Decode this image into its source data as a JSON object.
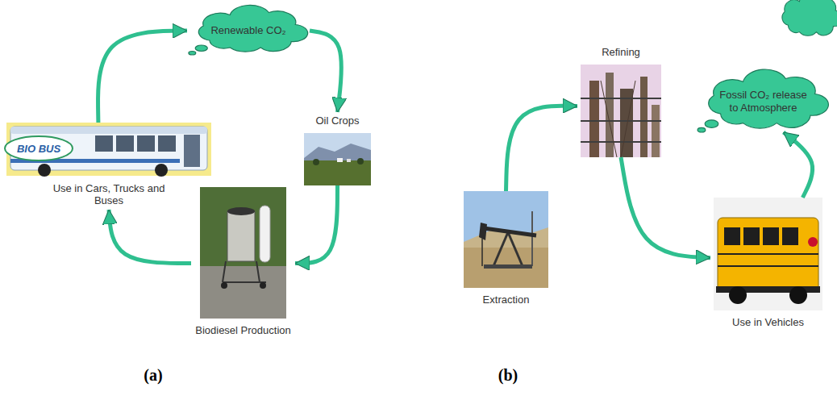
{
  "diagram": {
    "nodes": [
      {
        "text": [
          "Renewable CO₂"
        ]
      },
      {
        "text": [
          "Oil Crops"
        ]
      },
      {
        "text": [
          "Biodiesel Production"
        ]
      },
      {
        "text": [
          "Use in Cars, Trucks and Buses"
        ]
      },
      {
        "text": [
          "Refining"
        ]
      },
      {
        "text": [
          "Fossil CO₂ release to Atmosphere"
        ]
      },
      {
        "text": [
          "Extraction"
        ]
      },
      {
        "text": [
          "Use in Vehicles"
        ]
      }
    ],
    "edges": [
      {
        "from": 0,
        "to": 1,
        "arrow": "to"
      },
      {
        "from": 1,
        "to": 2,
        "arrow": "to"
      },
      {
        "from": 2,
        "to": 3,
        "arrow": "to"
      },
      {
        "from": 3,
        "to": 0,
        "arrow": "to"
      },
      {
        "from": 6,
        "to": 4,
        "arrow": "to"
      },
      {
        "from": 4,
        "to": 7,
        "arrow": "to"
      },
      {
        "from": 7,
        "to": 5,
        "arrow": "to"
      }
    ],
    "labels": [
      "(a)",
      "(b)",
      "BIO BUS"
    ]
  }
}
